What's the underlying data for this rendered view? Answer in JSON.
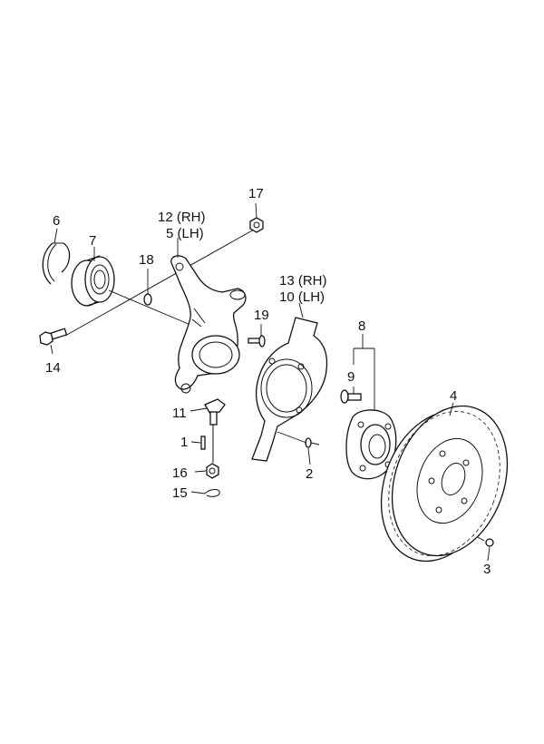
{
  "labels": {
    "p1": "1",
    "p2": "2",
    "p3": "3",
    "p4": "4",
    "p5": "5 (LH)",
    "p6": "6",
    "p7": "7",
    "p8": "8",
    "p9": "9",
    "p10": "10 (LH)",
    "p11": "11",
    "p12": "12 (RH)",
    "p13": "13 (RH)",
    "p14": "14",
    "p15": "15",
    "p16": "16",
    "p17": "17",
    "p18": "18",
    "p19": "19"
  }
}
